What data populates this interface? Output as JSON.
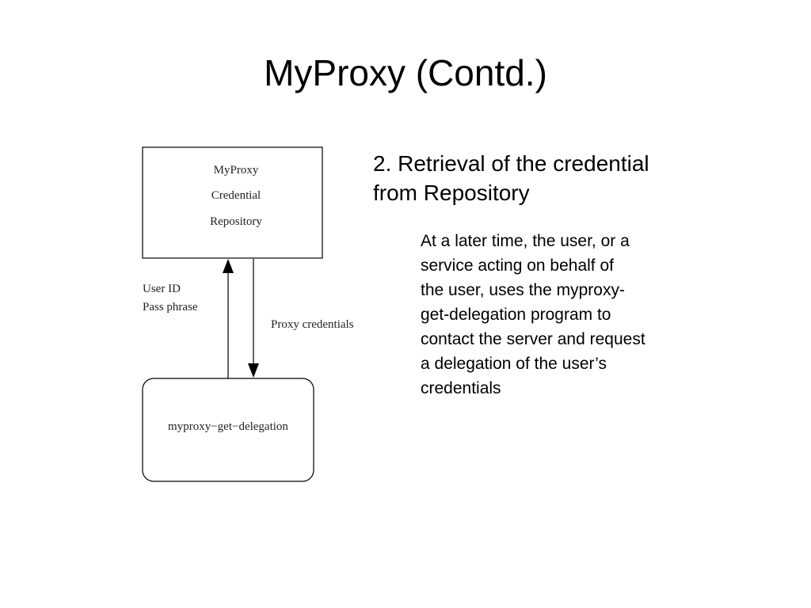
{
  "title": "MyProxy (Contd.)",
  "diagram": {
    "repository_box": {
      "lines": [
        "MyProxy",
        "Credential",
        "Repository"
      ]
    },
    "client_box": {
      "label": "myproxy−get−delegation"
    },
    "up_arrow_label": {
      "lines": [
        "User ID",
        "Pass phrase"
      ]
    },
    "down_arrow_label": "Proxy credentials"
  },
  "heading": {
    "lines": [
      "2. Retrieval of the credential",
      "from Repository"
    ]
  },
  "body": {
    "lines": [
      "At a later time, the user, or a",
      "service acting on behalf of",
      "the user, uses the myproxy-",
      "get-delegation program to",
      "contact the server and request",
      "a delegation of the user’s",
      "credentials"
    ]
  }
}
